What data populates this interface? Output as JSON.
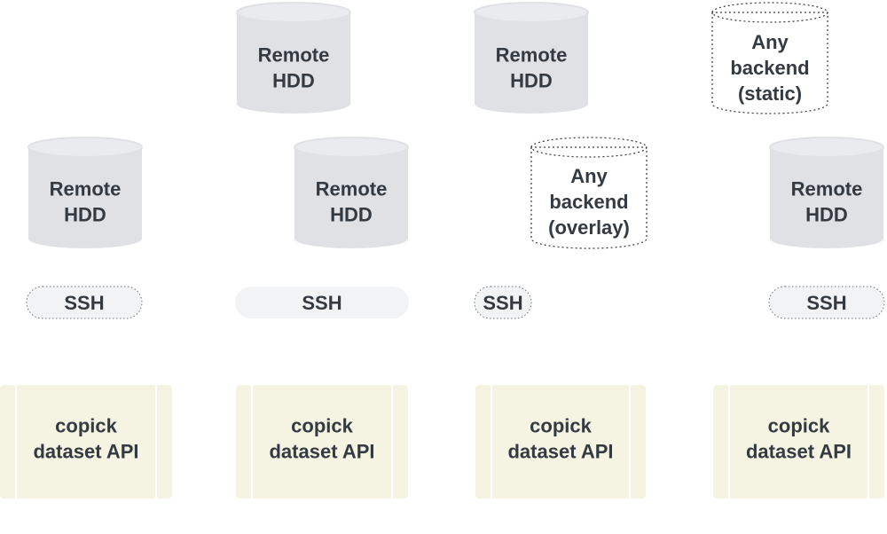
{
  "columns": [
    {
      "top": {
        "kind": "none",
        "lines": []
      },
      "middle": {
        "kind": "hdd",
        "lines": [
          "Remote",
          "HDD"
        ]
      },
      "ssh": {
        "label": "SSH",
        "style": "dotted"
      },
      "api": {
        "lines": [
          "copick",
          "dataset API"
        ]
      }
    },
    {
      "top": {
        "kind": "hdd",
        "lines": [
          "Remote",
          "HDD"
        ]
      },
      "middle": {
        "kind": "hdd",
        "lines": [
          "Remote",
          "HDD"
        ]
      },
      "ssh": {
        "label": "SSH",
        "style": "solid"
      },
      "api": {
        "lines": [
          "copick",
          "dataset API"
        ]
      }
    },
    {
      "top": {
        "kind": "hdd",
        "lines": [
          "Remote",
          "HDD"
        ]
      },
      "middle": {
        "kind": "any",
        "lines": [
          "Any",
          "backend",
          "(overlay)"
        ]
      },
      "ssh": {
        "label": "SSH",
        "style": "dotted"
      },
      "api": {
        "lines": [
          "copick",
          "dataset API"
        ]
      }
    },
    {
      "top": {
        "kind": "any",
        "lines": [
          "Any",
          "backend",
          "(static)"
        ]
      },
      "middle": {
        "kind": "hdd",
        "lines": [
          "Remote",
          "HDD"
        ]
      },
      "ssh": {
        "label": "SSH",
        "style": "dotted"
      },
      "api": {
        "lines": [
          "copick",
          "dataset API"
        ]
      }
    }
  ],
  "colors": {
    "hdd_fill": "#dfe1e5",
    "hdd_top": "#e9ebee",
    "any_stroke": "#333a42",
    "ssh_fill": "#f2f3f5",
    "api_fill": "#f5f3e1",
    "api_line": "#ffffff",
    "text": "#333a42"
  }
}
